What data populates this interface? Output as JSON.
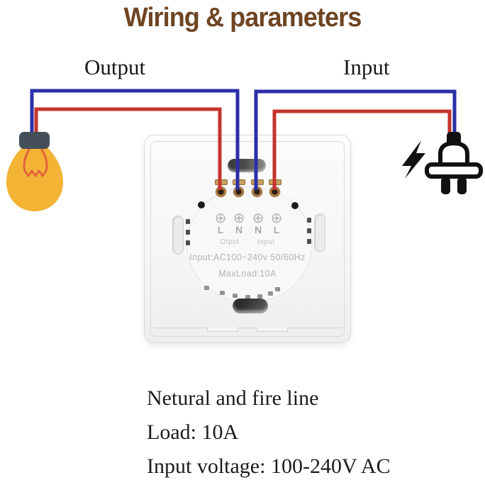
{
  "title": "Wiring & parameters",
  "labels": {
    "output": "Output",
    "input": "Input"
  },
  "device": {
    "screw_symbol": "⊕",
    "terminal_letters": [
      "L",
      "N",
      "N",
      "L"
    ],
    "group_labels": {
      "output": "Otput",
      "input": "Input"
    },
    "spec_lines": {
      "power": "Input:AC100~240v  50/60Hz",
      "load": "MaxLoad:10A"
    }
  },
  "notes": {
    "line1": "Netural and fire line",
    "line2": "Load: 10A",
    "line3": "Input voltage: 100-240V AC"
  },
  "colors": {
    "title_brown": "#6e4523",
    "wire_red": "#c5342e",
    "wire_blue": "#2b2fa8",
    "bulb_yellow": "#f3b335",
    "bulb_cap": "#454f59",
    "bulb_filament": "#e2633c",
    "icon_black": "#111111"
  },
  "icons": {
    "left_load": "light-bulb-icon",
    "right_source": "power-plug-icon",
    "right_energy": "lightning-bolt-icon",
    "terminal_screw": "screw-terminal-icon"
  }
}
